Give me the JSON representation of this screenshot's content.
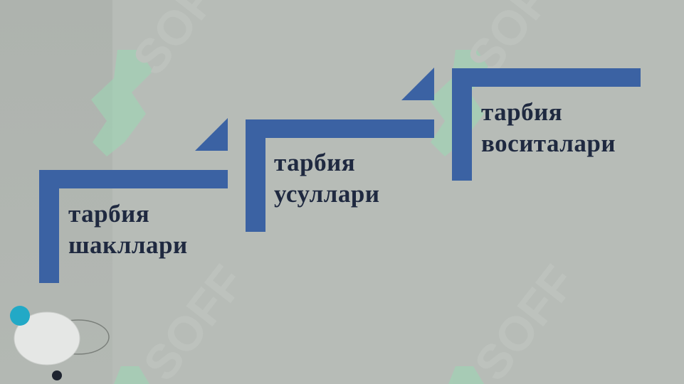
{
  "slide": {
    "background": "#b7bcb7",
    "accent": "#3b62a3",
    "text_color": "#1f2940",
    "watermark": "SOFF"
  },
  "steps": [
    {
      "line1": "тарбия",
      "line2": "шакллари"
    },
    {
      "line1": "тарбия",
      "line2": "усуллари"
    },
    {
      "line1": "тарбия",
      "line2": "воситалари"
    }
  ]
}
